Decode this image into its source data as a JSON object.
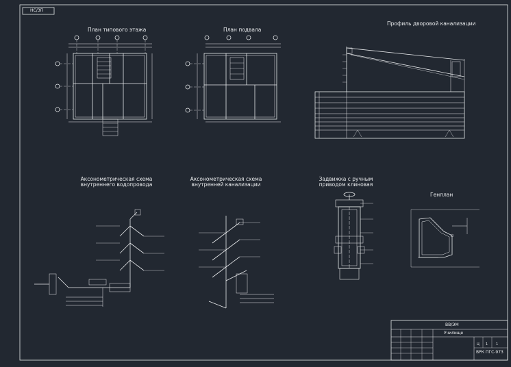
{
  "sheet": {
    "stamp": "НС/ЗП",
    "titles": {
      "floor_plan": "План типового этажа",
      "basement_plan": "План подвала",
      "sewer_profile": "Профиль дворовой канализации",
      "water_axon": "Аксонометрическая схема внутреннего водопровода",
      "sewer_axon": "Аксонометрическая схема внутренней канализации",
      "valve": "Задвижка с ручным приводом клиновая",
      "site_plan": "Генплан"
    },
    "title_block": {
      "code": "ВВ/ЭМ",
      "name": "Училище",
      "sheet_code": "ВРК ПГС-973",
      "stages": [
        "Ц",
        "1",
        "1"
      ]
    }
  },
  "colors": {
    "background": "#222831",
    "lines": "#e8eaec"
  }
}
